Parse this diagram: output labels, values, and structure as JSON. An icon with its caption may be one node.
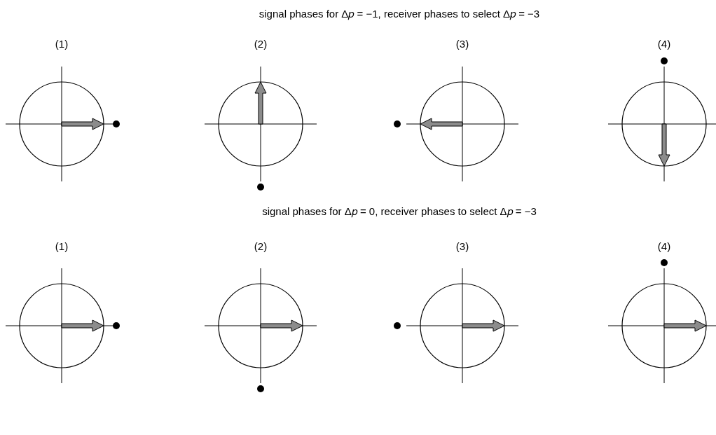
{
  "diagram": {
    "labels": [
      "signal phases for Δ𝑝 = −1,  receiver phases to select Δ𝑝 = −3",
      "(1)",
      "(2)",
      "(3)",
      "(4)",
      "signal phases for Δ𝑝 = 0,  receiver phases to select Δ𝑝 = −3",
      "(1)",
      "(2)",
      "(3)",
      "(4)"
    ]
  }
}
